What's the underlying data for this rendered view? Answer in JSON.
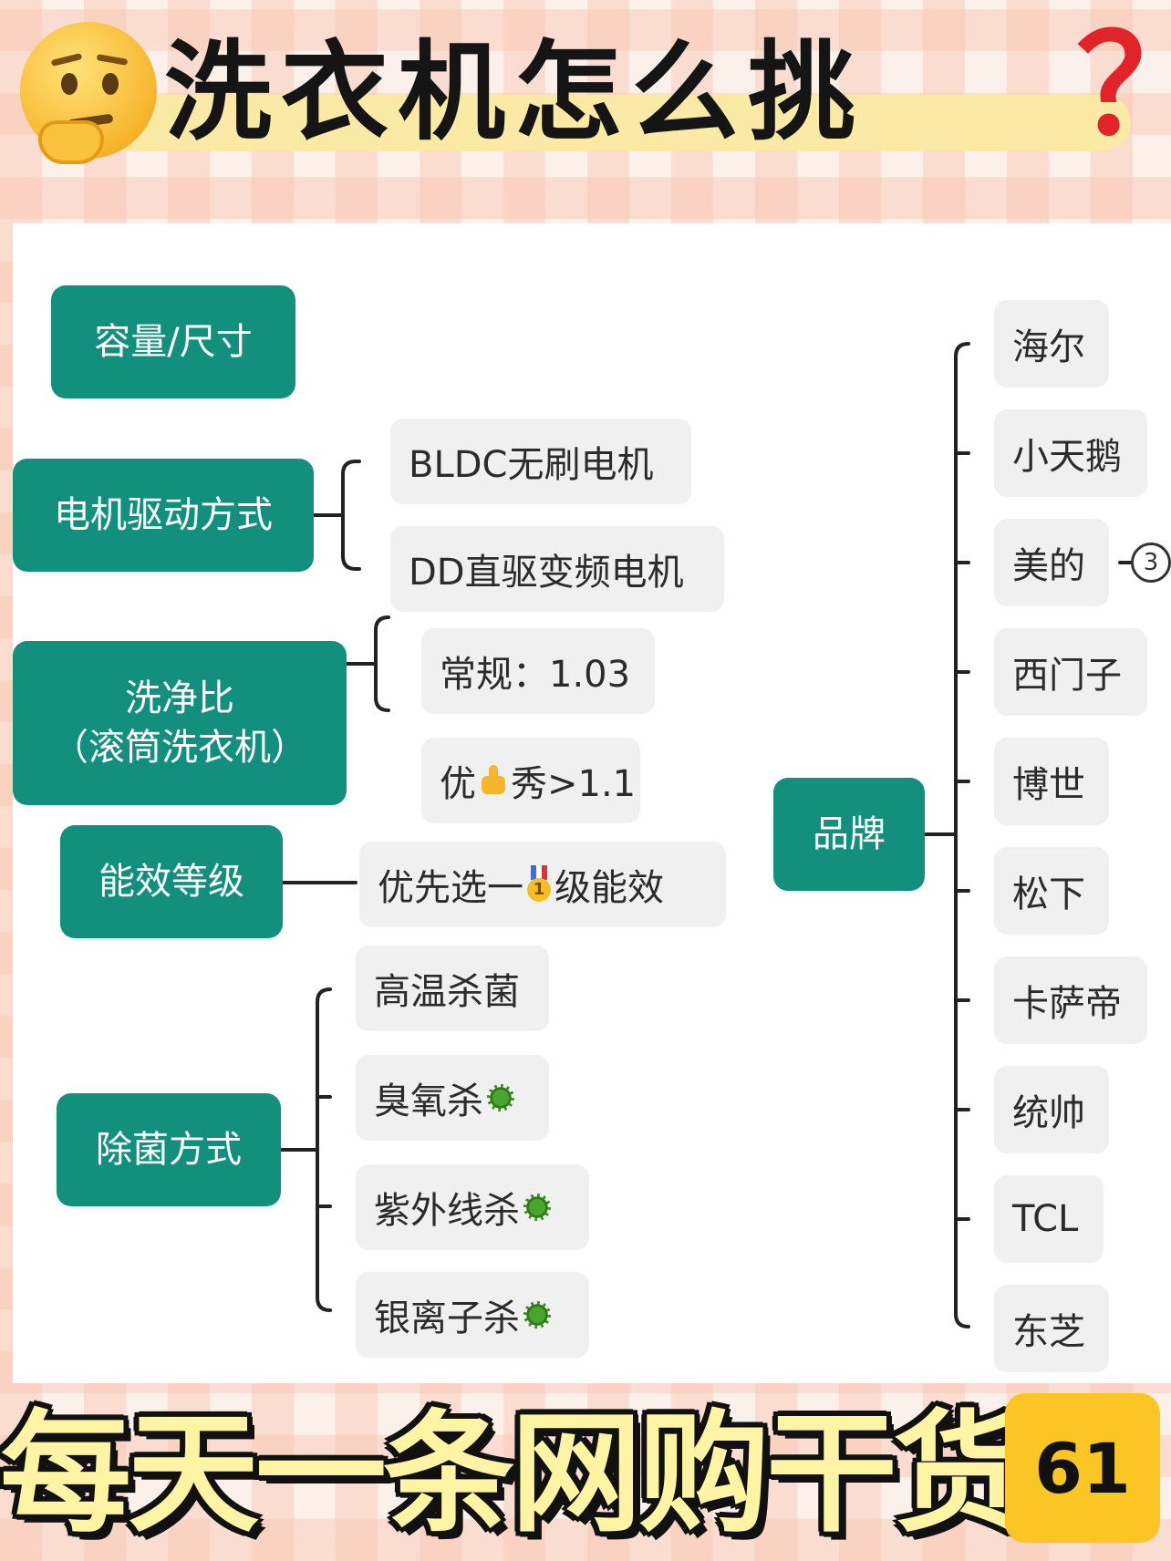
{
  "header": {
    "title": "洗衣机怎么挑",
    "question_mark": "？",
    "emoji": "thinking-face-icon"
  },
  "mindmap": {
    "capacity": "容量/尺寸",
    "motor": {
      "label": "电机驱动方式",
      "children": [
        "BLDC无刷电机",
        "DD直驱变频电机"
      ]
    },
    "wash_ratio": {
      "label_line1": "洗净比",
      "label_line2": "（滚筒洗衣机）",
      "normal": "常规：1.03",
      "excellent_pre": "优",
      "excellent_post": "秀>1.1"
    },
    "energy": {
      "label": "能效等级",
      "child_pre": "优先选一",
      "medal_digit": "1",
      "child_post": "级能效"
    },
    "sterilize": {
      "label": "除菌方式",
      "children": [
        "高温杀菌",
        "臭氧杀",
        "紫外线杀",
        "银离子杀"
      ]
    },
    "brands": {
      "label": "品牌",
      "items": [
        "海尔",
        "小天鹅",
        "美的",
        "西门子",
        "博世",
        "松下",
        "卡萨帝",
        "统帅",
        "TCL",
        "东芝"
      ],
      "collapsed_count": "3"
    }
  },
  "colors": {
    "main_node": "#138f7e",
    "leaf_bg": "#f0f0f0",
    "title_highlight": "#fbe9a6",
    "question_mark": "#e2232a",
    "badge": "#fbc623"
  },
  "footer": {
    "slogan": "每天一条网购干货",
    "issue_number": "61"
  }
}
